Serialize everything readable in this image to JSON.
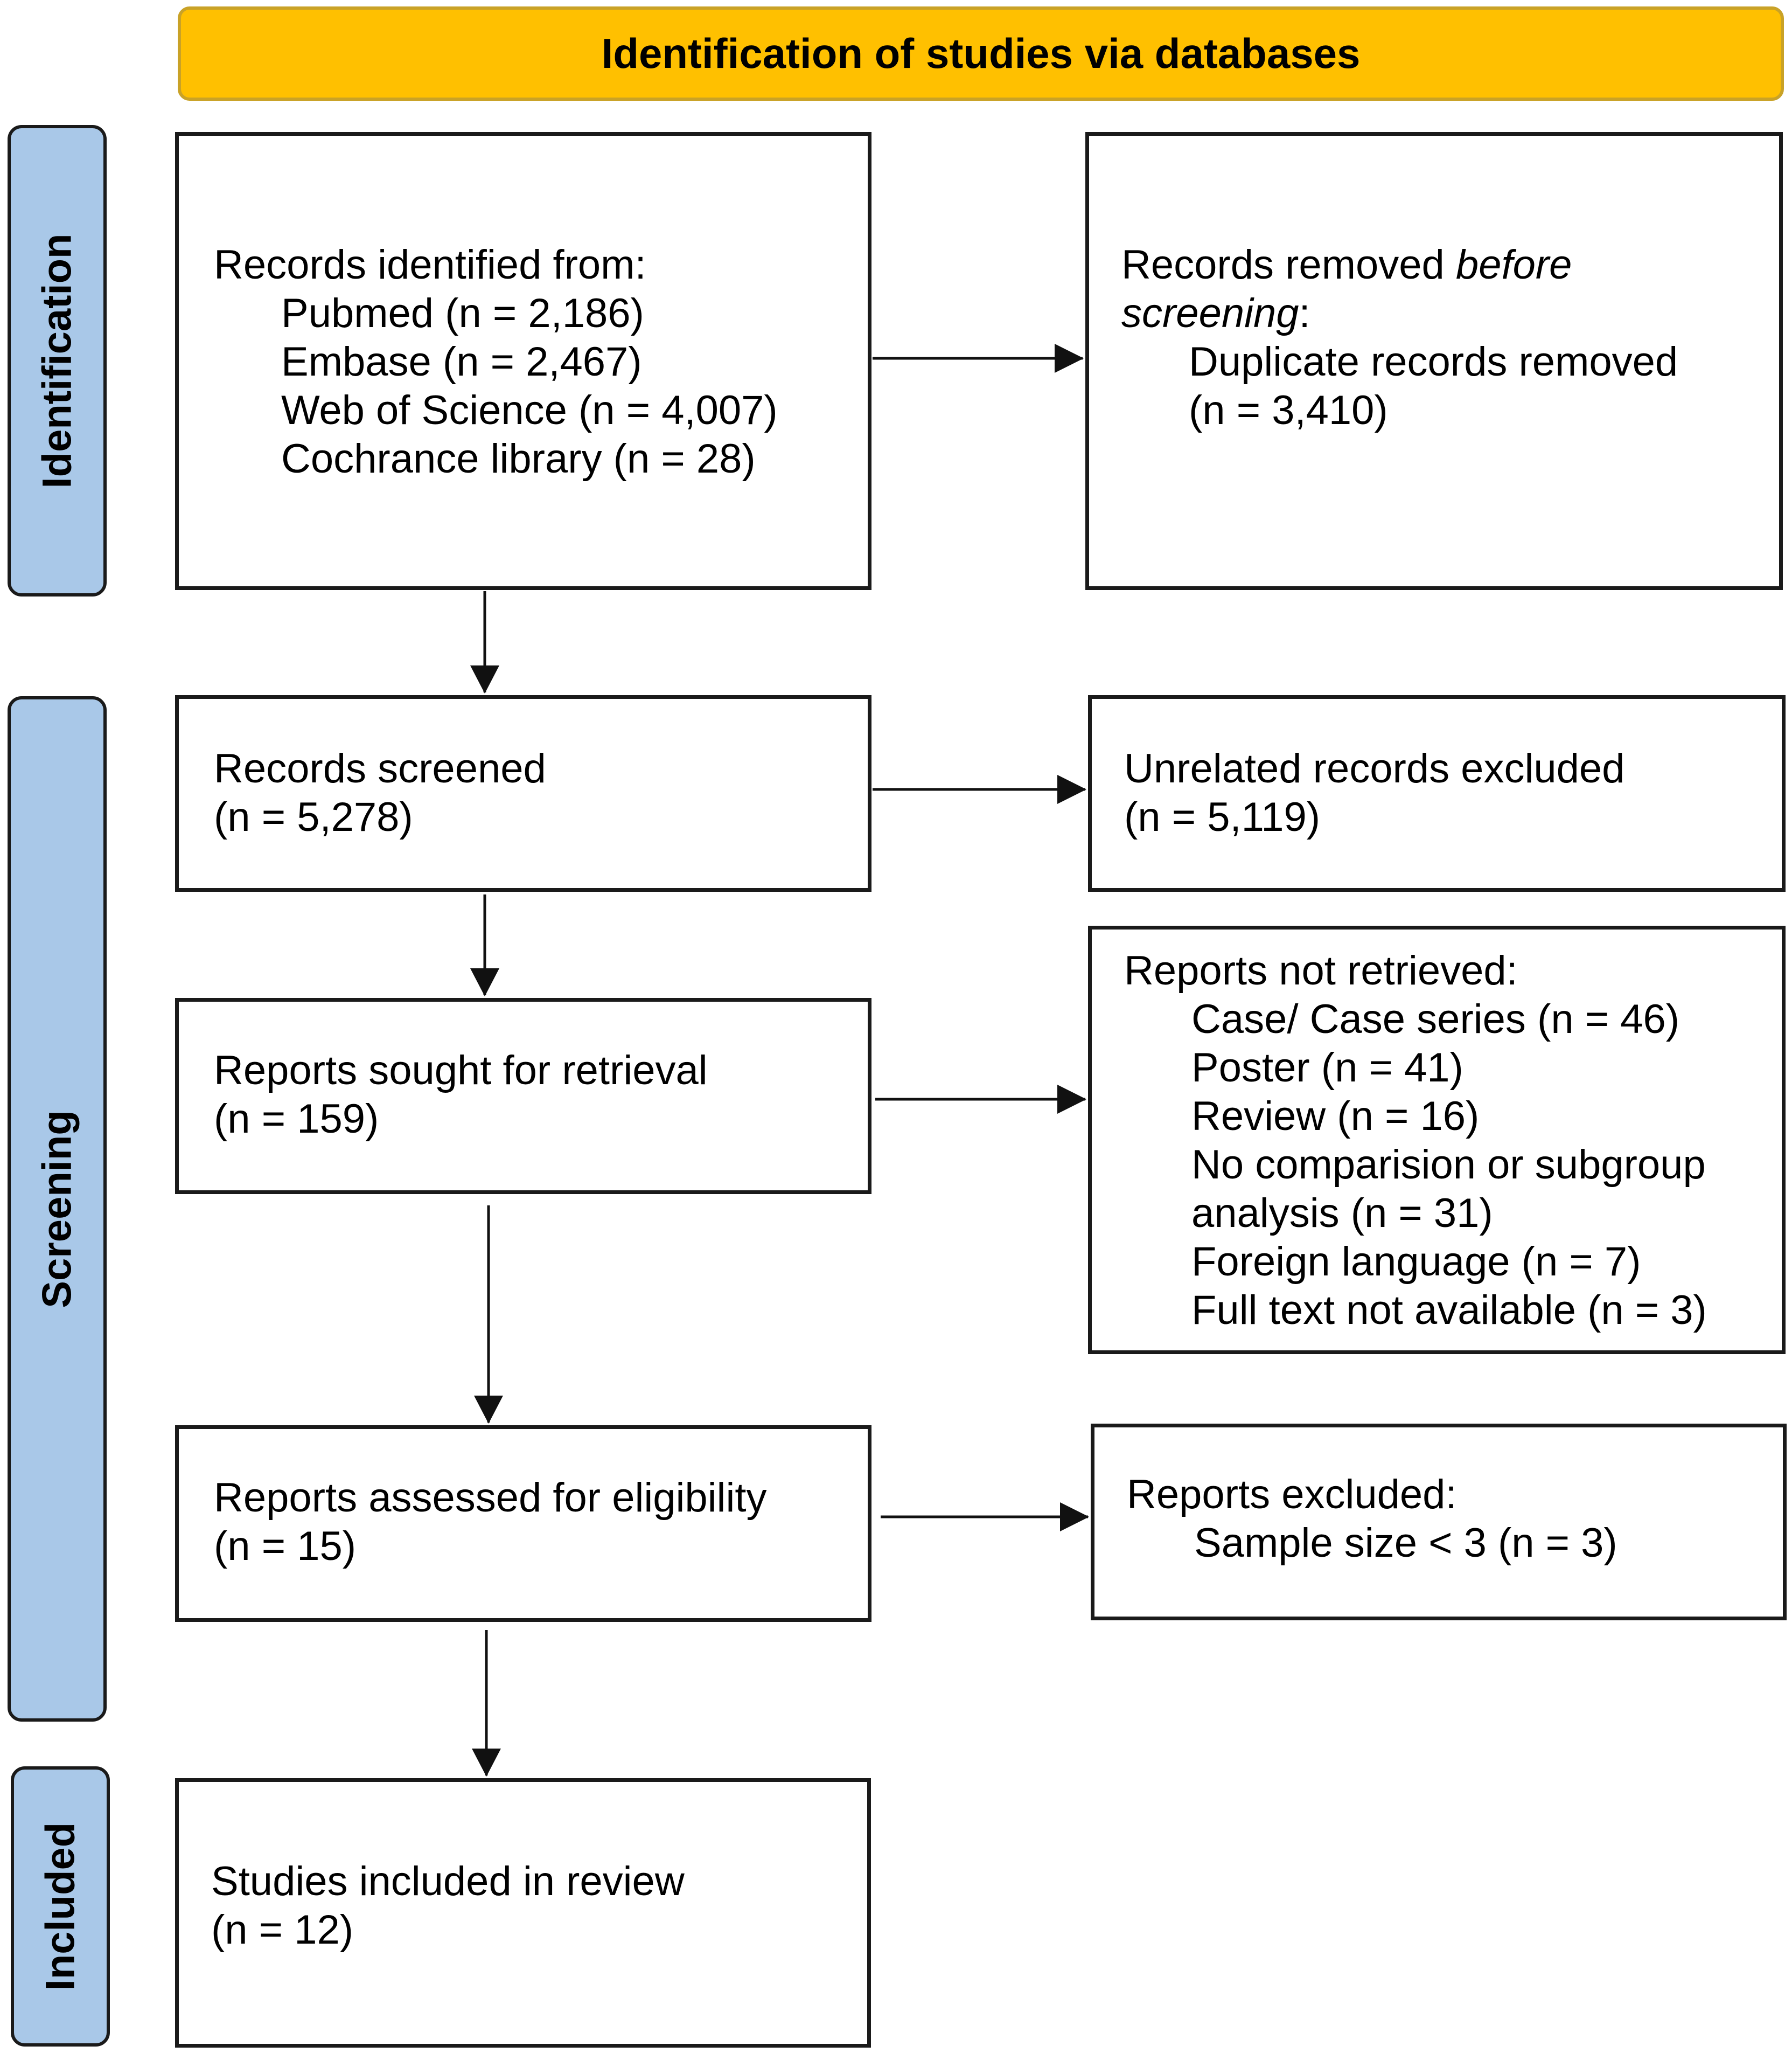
{
  "header": {
    "title": "Identification of studies via databases"
  },
  "phases": {
    "identification": "Identification",
    "screening": "Screening",
    "included": "Included"
  },
  "identified": {
    "heading": "Records identified from:",
    "sources": [
      "Pubmed (n = 2,186)",
      "Embase (n = 2,467)",
      "Web of Science (n = 4,007)",
      "Cochrance library (n = 28)"
    ]
  },
  "removed": {
    "heading_plain": "Records removed ",
    "heading_italic": "before",
    "heading_italic2": "screening",
    "heading_colon": ":",
    "item": "Duplicate records removed",
    "count": "(n = 3,410)"
  },
  "screened": {
    "label": "Records screened",
    "count": "(n = 5,278)"
  },
  "unrelated": {
    "label": "Unrelated records excluded",
    "count": "(n = 5,119)"
  },
  "sought": {
    "label": "Reports sought for retrieval",
    "count": "(n = 159)"
  },
  "not_retrieved": {
    "heading": "Reports not retrieved:",
    "items": [
      "Case/ Case series (n = 46)",
      "Poster (n = 41)",
      "Review (n = 16)",
      "No comparision or subgroup",
      "analysis (n = 31)",
      "Foreign language (n = 7)",
      "Full text not available (n = 3)"
    ]
  },
  "assessed": {
    "label": "Reports assessed for eligibility",
    "count": "(n = 15)"
  },
  "excluded": {
    "heading": "Reports excluded:",
    "item": "Sample size < 3 (n = 3)"
  },
  "included": {
    "label": "Studies included in review",
    "count": "(n = 12)"
  }
}
